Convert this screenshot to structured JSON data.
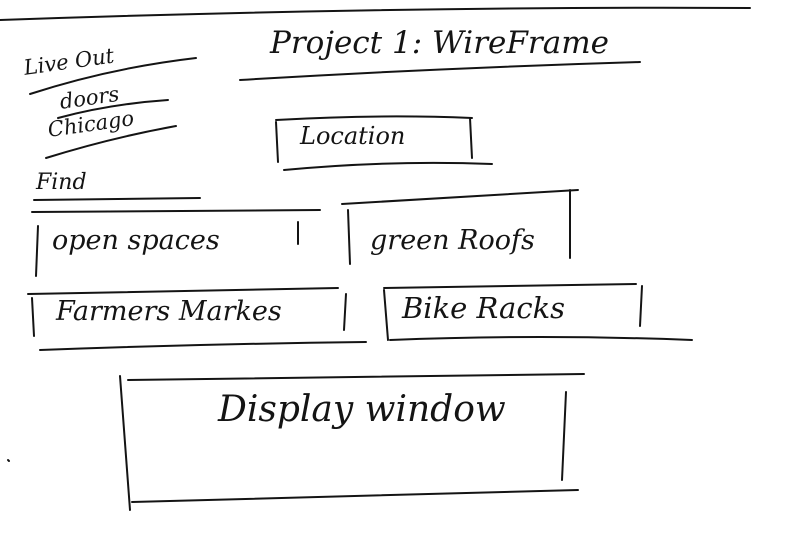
{
  "header": {
    "title": "Project 1: WireFrame"
  },
  "logo": {
    "lines": [
      "Live Out",
      "doors",
      "Chicago"
    ]
  },
  "location": {
    "label": "Location"
  },
  "find": {
    "label": "Find",
    "buttons": [
      "open spaces",
      "green Roofs",
      "Farmers Markes",
      "Bike Racks"
    ]
  },
  "display": {
    "label": "Display window"
  },
  "colors": {
    "ink": "#141414",
    "paper": "#ffffff"
  }
}
